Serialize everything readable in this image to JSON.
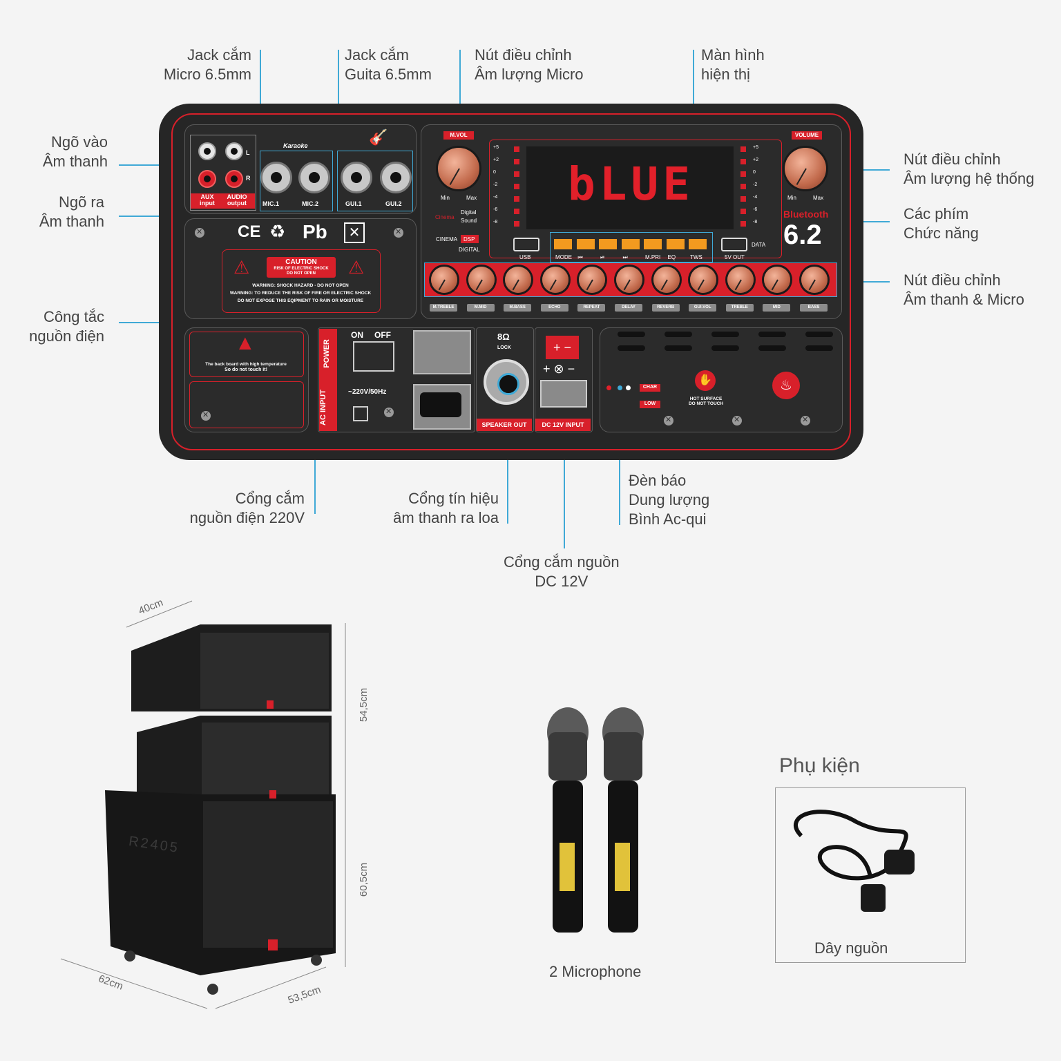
{
  "callouts": {
    "jack_micro": [
      "Jack cắm",
      "Micro 6.5mm"
    ],
    "jack_guita": [
      "Jack cắm",
      "Guita 6.5mm"
    ],
    "mic_volume": [
      "Nút điều chỉnh",
      "Âm lượng Micro"
    ],
    "display": [
      "Màn hình",
      "hiện thị"
    ],
    "aux_in": [
      "Ngõ vào",
      "Âm thanh"
    ],
    "aux_out": [
      "Ngõ ra",
      "Âm thanh"
    ],
    "sys_volume": [
      "Nút điều chỉnh",
      "Âm lượng hệ thống"
    ],
    "func_keys": [
      "Các phím",
      "Chức năng"
    ],
    "sound_knobs": [
      "Nút điều chỉnh",
      "Âm thanh & Micro"
    ],
    "power_switch": [
      "Công tắc",
      "nguồn điện"
    ],
    "ac_port": [
      "Cổng cắm",
      "nguồn điện 220V"
    ],
    "speaker_out": [
      "Cổng tín hiệu",
      "âm thanh ra loa"
    ],
    "dc_port": [
      "Cổng cắm nguồn",
      "DC 12V"
    ],
    "battery_led": [
      "Đèn báo",
      "Dung lượng",
      "Bình Ac-qui"
    ]
  },
  "panel": {
    "io": {
      "l": "L",
      "r": "R",
      "aux": "AUX input",
      "audio": "AUDIO output"
    },
    "karaoke": "Karaoke",
    "mic1": "MIC.1",
    "mic2": "MIC.2",
    "gui1": "GUI.1",
    "gui2": "GUI.2",
    "certs": {
      "ce": "CE",
      "pb": "Pb"
    },
    "caution": {
      "title": "CAUTION",
      "sub1": "RISK OF ELECTRIC SHOCK",
      "sub2": "DO NOT OPEN",
      "w1": "WARNING: SHOCK HAZARD - DO NOT OPEN",
      "w2": "WARNING: TO REDUCE THE RISK OF FIRE OR ELECTRIC SHOCK",
      "w3": "DO NOT EXPOSE THIS EQIPMENT TO RAIN OR MOISTURE"
    },
    "mvol": "M.VOL",
    "volume": "VOLUME",
    "min": "Min",
    "max": "Max",
    "cinema": "Cinema",
    "digital_sound_1": "Digital",
    "digital_sound_2": "Sound",
    "cinema_dsp": "CINEMA",
    "dsp": "DSP",
    "digital": "DIGITAL",
    "display_text": "bLUE",
    "meter_scale": [
      "+5",
      "+2",
      "0",
      "-2",
      "-4",
      "-6",
      "-8"
    ],
    "usb": "USB",
    "data": "DATA",
    "five_v_out": "5V OUT",
    "keys": [
      "MODE",
      "⏮",
      "⏯",
      "⏭",
      "M.PRI",
      "EQ",
      "TWS"
    ],
    "bluetooth": "Bluetooth",
    "version": "6.2",
    "knob_labels": [
      "M.TREBLE",
      "M.MID",
      "M.BASS",
      "ECHO",
      "REPEAT",
      "DELAY",
      "REVERB",
      "GUI.VOL",
      "TREBLE",
      "MID",
      "BASS"
    ],
    "hot_warning_1": "The back board with high temperature",
    "hot_warning_2": "So do not touch it!",
    "power": "POWER",
    "ac_input": "AC INPUT",
    "on": "ON",
    "off": "OFF",
    "mains": "~220V/50Hz",
    "ohm": "8Ω",
    "lock": "LOCK",
    "speaker_out": "SPEAKER OUT",
    "dc_input": "DC 12V INPUT",
    "char": "CHAR",
    "low": "LOW",
    "hot_surface_1": "HOT SURFACE",
    "hot_surface_2": "DO NOT TOUCH"
  },
  "dimensions": {
    "depth_top": "40cm",
    "height_top": "54,5cm",
    "height_bottom": "60,5cm",
    "depth_bottom": "62cm",
    "width_bottom": "53,5cm"
  },
  "speaker_model": "R2405",
  "microphone_caption": "2 Microphone",
  "accessory": {
    "title": "Phụ kiện",
    "item": "Dây nguồn"
  },
  "colors": {
    "accent": "#3fa9d6",
    "red": "#d8202a",
    "panel": "#262626",
    "copper": "#c26a4c",
    "orange": "#f29a1f"
  }
}
